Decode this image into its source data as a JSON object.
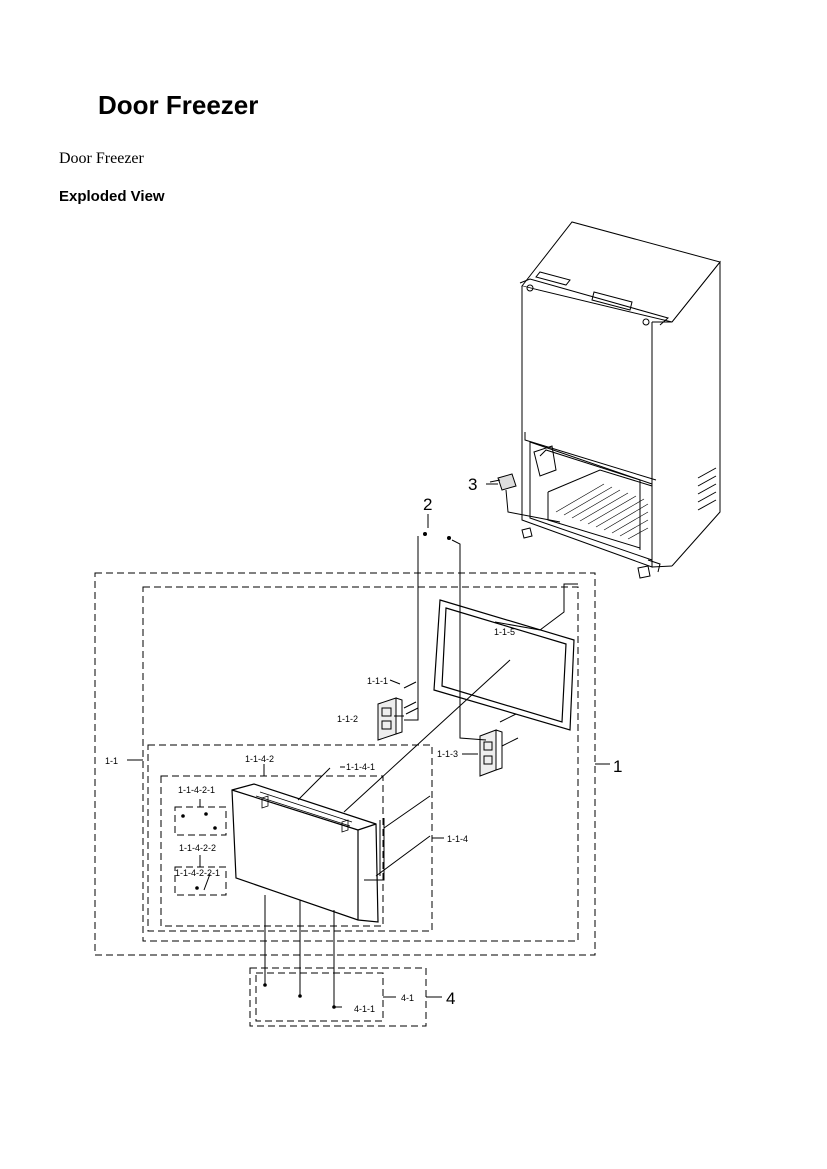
{
  "page": {
    "title": "Door Freezer",
    "subtitle": "Door Freezer",
    "section": "Exploded View"
  },
  "callouts": {
    "c1": "1",
    "c1_1": "1-1",
    "c1_1_1": "1-1-1",
    "c1_1_2": "1-1-2",
    "c1_1_3": "1-1-3",
    "c1_1_4": "1-1-4",
    "c1_1_4_1": "1-1-4-1",
    "c1_1_4_2": "1-1-4-2",
    "c1_1_4_2_1": "1-1-4-2-1",
    "c1_1_4_2_2": "1-1-4-2-2",
    "c1_1_4_2_2_1": "1-1-4-2-2-1",
    "c1_1_5": "1-1-5",
    "c2": "2",
    "c3": "3",
    "c4": "4",
    "c4_1": "4-1",
    "c4_1_1": "4-1-1"
  }
}
